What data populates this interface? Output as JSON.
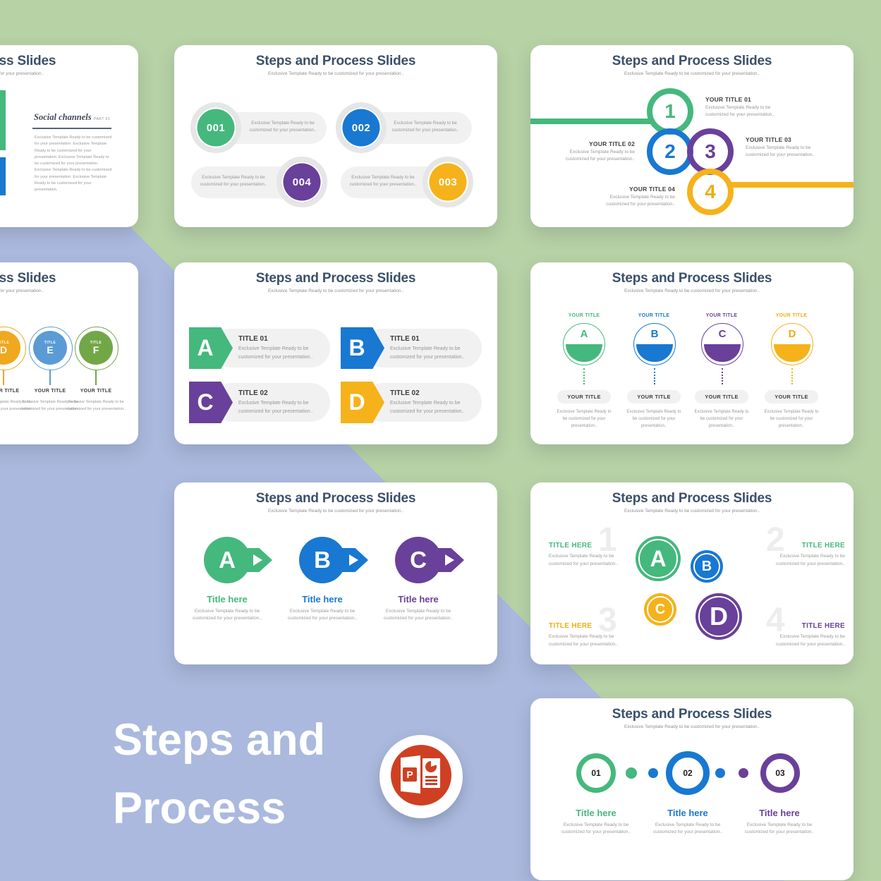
{
  "palette": {
    "bg_green": "#b7d2a5",
    "bg_blue": "#aab9dd",
    "green": "#45b87d",
    "blue": "#1878d2",
    "purple": "#69409a",
    "yellow": "#f5b21a",
    "soft_blue": "#5b9bd5",
    "olive_green": "#72a748",
    "amber": "#f0a81e",
    "title_dark": "#3a506a",
    "text_gray": "#979797",
    "label_dark": "#3f3f3f",
    "pill_gray": "#f1f1f1",
    "ring_gray": "#e6e6e6",
    "ghost_gray": "#ededed",
    "ppt_orange": "#cf4023"
  },
  "common": {
    "title": "Steps and Process Slides",
    "subtitle": "Exclusive Template Ready to be customized for your presentation..",
    "body": "Exclusive Template Ready to be customized for your presentation.."
  },
  "slides": {
    "r1s1": {
      "heading": "Social channels",
      "part_label": "PART 01",
      "body": "Exclusive Template Ready to be customized for your presentation. Exclusive Template Ready to be customized for your presentation. Exclusive Template Ready to be customized for your presentation. Exclusive Template Ready to be customized for your presentation. Exclusive Template Ready to be customized for your presentation."
    },
    "r1s2": {
      "items": [
        {
          "num": "001"
        },
        {
          "num": "002"
        },
        {
          "num": "004"
        },
        {
          "num": "003"
        }
      ]
    },
    "r1s3": {
      "steps": [
        {
          "num": "1",
          "label": "YOUR TITLE 01"
        },
        {
          "num": "2",
          "label": "YOUR TITLE 02"
        },
        {
          "num": "3",
          "label": "YOUR TITLE 03"
        },
        {
          "num": "4",
          "label": "YOUR TITLE 04"
        }
      ]
    },
    "r2s1": {
      "badge": "TITLE",
      "letters": [
        "D",
        "E",
        "F"
      ],
      "label": "YOUR TITLE"
    },
    "r2s2": {
      "items": [
        {
          "letter": "A",
          "title": "TITLE 01"
        },
        {
          "letter": "B",
          "title": "TITLE 01"
        },
        {
          "letter": "C",
          "title": "TITLE 02"
        },
        {
          "letter": "D",
          "title": "TITLE 02"
        }
      ]
    },
    "r2s3": {
      "top_label": "YOUR TITLE",
      "pill_label": "YOUR TITLE",
      "letters": [
        "A",
        "B",
        "C",
        "D"
      ]
    },
    "r3s2": {
      "letters": [
        "A",
        "B",
        "C"
      ],
      "item_title": "Title here"
    },
    "r3s3": {
      "label": "TITLE HERE",
      "numbers": [
        "1",
        "2",
        "3",
        "4"
      ],
      "letters": [
        "A",
        "B",
        "C",
        "D"
      ]
    },
    "r4s3": {
      "nums": [
        "01",
        "02",
        "03"
      ],
      "item_title": "Title here"
    }
  },
  "hero": {
    "line1": "Steps and",
    "line2": "Process"
  },
  "logo": {
    "app": "PowerPoint",
    "letter": "P"
  }
}
